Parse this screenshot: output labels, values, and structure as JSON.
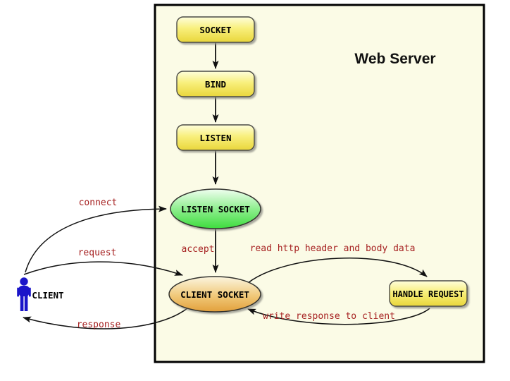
{
  "diagram": {
    "title": "Web Server",
    "nodes": {
      "socket": {
        "label": "SOCKET"
      },
      "bind": {
        "label": "BIND"
      },
      "listen": {
        "label": "LISTEN"
      },
      "listen_socket": {
        "label": "LISTEN SOCKET"
      },
      "client_socket": {
        "label": "CLIENT SOCKET"
      },
      "handle_request": {
        "label": "HANDLE REQUEST"
      }
    },
    "actors": {
      "client": {
        "label": "CLIENT"
      }
    },
    "edges": {
      "connect": {
        "label": "connect"
      },
      "request": {
        "label": "request"
      },
      "response": {
        "label": "response"
      },
      "accept": {
        "label": "accept"
      },
      "read_http": {
        "label": "read http header and body data"
      },
      "write_response": {
        "label": "write response to client"
      }
    },
    "colors": {
      "edge_label_red": "#A62121",
      "node_yellow_top": "#FEFED8",
      "node_yellow_bottom": "#E9D63B",
      "green_top": "#F0FEF0",
      "green_bottom": "#3EDC3E",
      "orange_top": "#FBF5E0",
      "orange_bottom": "#E2A03C",
      "server_background": "#FBFBE6",
      "client_blue": "#1A15C9",
      "border_black": "#000000"
    }
  }
}
